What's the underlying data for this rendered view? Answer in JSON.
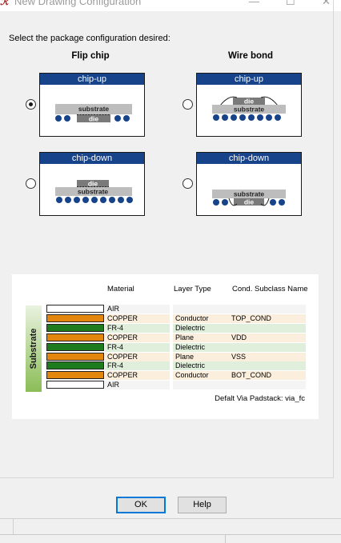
{
  "window": {
    "title": "New Drawing Configuration",
    "minimize": "—",
    "maximize": "☐",
    "close": "✕"
  },
  "prompt": "Select the package configuration desired:",
  "columns": {
    "flip_chip": "Flip chip",
    "wire_bond": "Wire bond"
  },
  "options": [
    {
      "header": "chip-up",
      "substrate": "substrate",
      "die": "die",
      "selected": true
    },
    {
      "header": "chip-up",
      "substrate": "substrate",
      "die": "die",
      "selected": false
    },
    {
      "header": "chip-down",
      "substrate": "substrate",
      "die": "die",
      "selected": false
    },
    {
      "header": "chip-down",
      "substrate": "substrate",
      "die": "die",
      "selected": false
    }
  ],
  "stackup": {
    "headers": {
      "material": "Material",
      "layer_type": "Layer Type",
      "subclass": "Cond. Subclass Name"
    },
    "side_label": "Substrate",
    "rows": [
      {
        "material": "AIR",
        "layer_type": "",
        "subclass": "",
        "color": "#ffffff"
      },
      {
        "material": "COPPER",
        "layer_type": "Conductor",
        "subclass": "TOP_COND",
        "color": "#e3860e"
      },
      {
        "material": "FR-4",
        "layer_type": "Dielectric",
        "subclass": "",
        "color": "#1e7b1e"
      },
      {
        "material": "COPPER",
        "layer_type": "Plane",
        "subclass": "VDD",
        "color": "#e3860e"
      },
      {
        "material": "FR-4",
        "layer_type": "Dielectric",
        "subclass": "",
        "color": "#1e7b1e"
      },
      {
        "material": "COPPER",
        "layer_type": "Plane",
        "subclass": "VSS",
        "color": "#e3860e"
      },
      {
        "material": "FR-4",
        "layer_type": "Dielectric",
        "subclass": "",
        "color": "#1e7b1e"
      },
      {
        "material": "COPPER",
        "layer_type": "Conductor",
        "subclass": "BOT_COND",
        "color": "#e3860e"
      },
      {
        "material": "AIR",
        "layer_type": "",
        "subclass": "",
        "color": "#ffffff"
      }
    ],
    "via_note": "Defalt Via Padstack: via_fc"
  },
  "buttons": {
    "ok": "OK",
    "help": "Help"
  },
  "colors": {
    "header_blue": "#17438a",
    "ball_blue": "#17438a",
    "substrate_gray": "#bdbdbd",
    "die_gray": "#7a7a7a"
  }
}
